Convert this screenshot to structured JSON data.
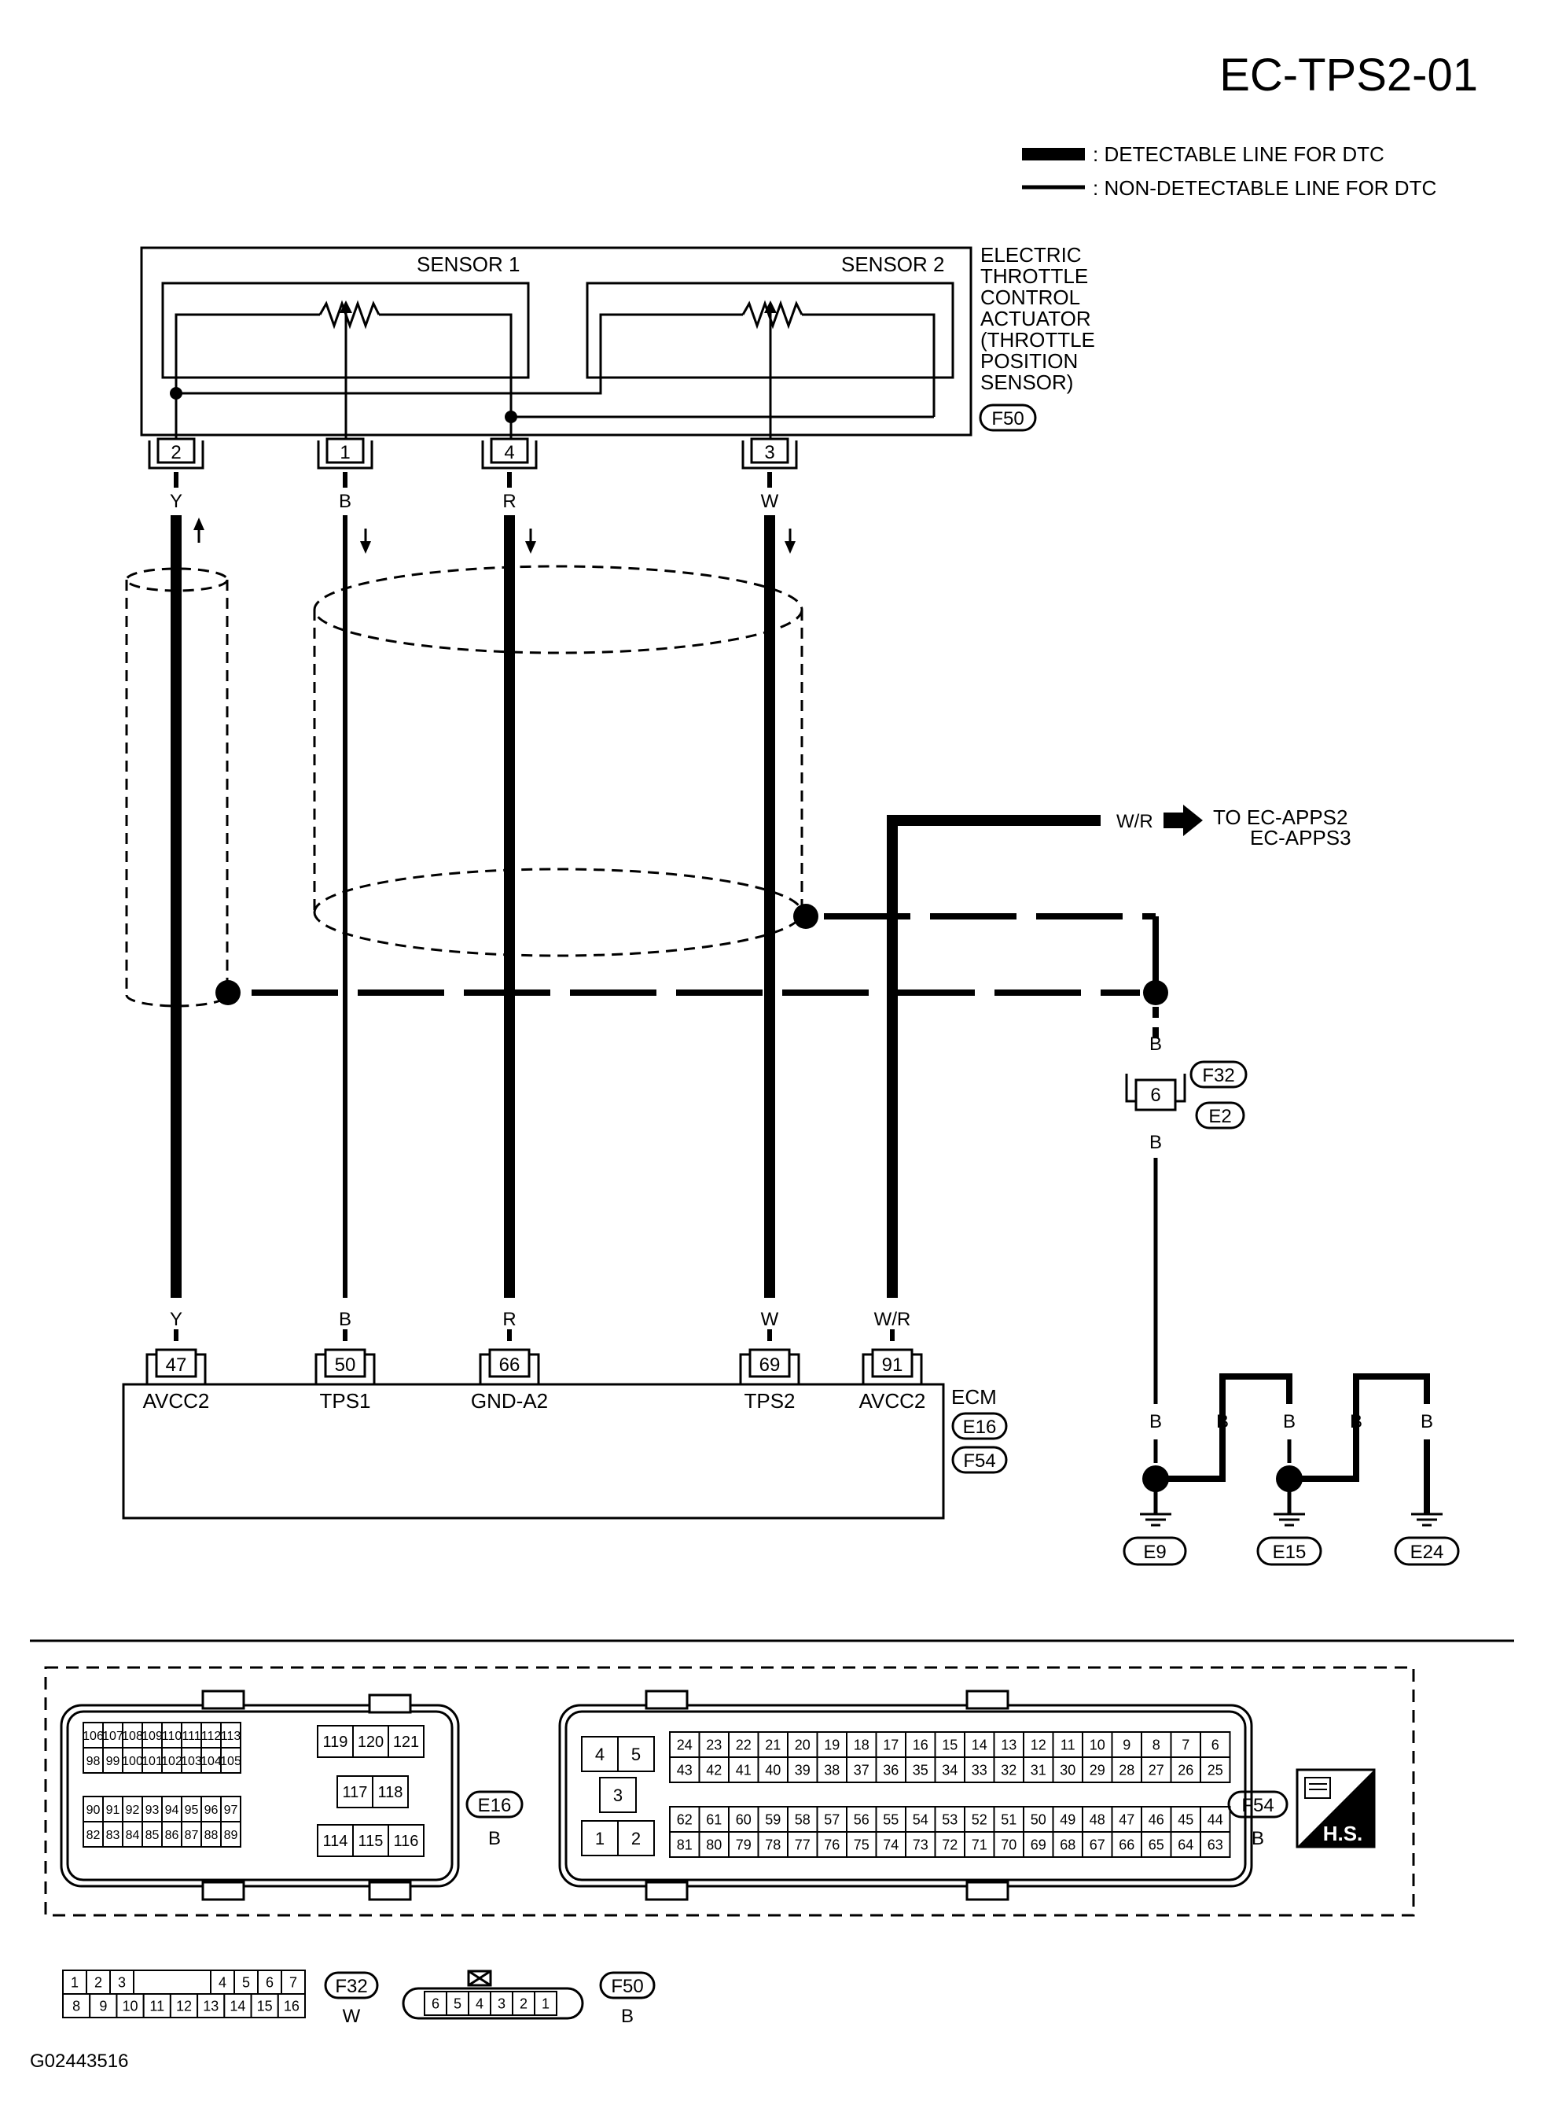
{
  "diagram_code": "EC-TPS2-01",
  "legend": {
    "detectable": ": DETECTABLE LINE FOR DTC",
    "non_detectable": ": NON-DETECTABLE LINE FOR DTC"
  },
  "actuator": {
    "sensor1": "SENSOR 1",
    "sensor2": "SENSOR 2",
    "label_lines": [
      "ELECTRIC",
      "THROTTLE",
      "CONTROL",
      "ACTUATOR",
      "(THROTTLE",
      "POSITION",
      "SENSOR)"
    ],
    "connector": "F50",
    "pins": [
      "2",
      "1",
      "4",
      "3"
    ],
    "wire_colors": [
      "Y",
      "B",
      "R",
      "W"
    ]
  },
  "to_label": {
    "wire": "W/R",
    "lines": [
      "TO EC-APPS2",
      "EC-APPS3"
    ]
  },
  "joint": {
    "color_top": "B",
    "pin": "6",
    "color_bottom": "B",
    "conn1": "F32",
    "conn2": "E2"
  },
  "ecm": {
    "label": "ECM",
    "conn1": "E16",
    "conn2": "F54",
    "terminals": [
      {
        "color": "Y",
        "num": "47",
        "name": "AVCC2"
      },
      {
        "color": "B",
        "num": "50",
        "name": "TPS1"
      },
      {
        "color": "R",
        "num": "66",
        "name": "GND-A2"
      },
      {
        "color": "W",
        "num": "69",
        "name": "TPS2"
      },
      {
        "color": "W/R",
        "num": "91",
        "name": "AVCC2"
      }
    ]
  },
  "grounds": {
    "wire_colors": [
      "B",
      "B",
      "B",
      "B",
      "B"
    ],
    "labels": [
      "E9",
      "E15",
      "E24"
    ]
  },
  "connectors": {
    "e16": {
      "id": "E16",
      "color": "B",
      "top_left": [
        [
          "106",
          "107",
          "108",
          "109",
          "110",
          "111",
          "112",
          "113"
        ],
        [
          "98",
          "99",
          "100",
          "101",
          "102",
          "103",
          "104",
          "105"
        ]
      ],
      "bottom_left": [
        [
          "90",
          "91",
          "92",
          "93",
          "94",
          "95",
          "96",
          "97"
        ],
        [
          "82",
          "83",
          "84",
          "85",
          "86",
          "87",
          "88",
          "89"
        ]
      ],
      "right": [
        "119",
        "120",
        "121",
        "117",
        "118",
        "114",
        "115",
        "116"
      ]
    },
    "f54": {
      "id": "F54",
      "color": "B",
      "small": [
        "4",
        "5",
        "3",
        "1",
        "2"
      ],
      "rows": [
        [
          "24",
          "23",
          "22",
          "21",
          "20",
          "19",
          "18",
          "17",
          "16",
          "15",
          "14",
          "13",
          "12",
          "11",
          "10",
          "9",
          "8",
          "7",
          "6"
        ],
        [
          "43",
          "42",
          "41",
          "40",
          "39",
          "38",
          "37",
          "36",
          "35",
          "34",
          "33",
          "32",
          "31",
          "30",
          "29",
          "28",
          "27",
          "26",
          "25"
        ],
        [
          "62",
          "61",
          "60",
          "59",
          "58",
          "57",
          "56",
          "55",
          "54",
          "53",
          "52",
          "51",
          "50",
          "49",
          "48",
          "47",
          "46",
          "45",
          "44"
        ],
        [
          "81",
          "80",
          "79",
          "78",
          "77",
          "76",
          "75",
          "74",
          "73",
          "72",
          "71",
          "70",
          "69",
          "68",
          "67",
          "66",
          "65",
          "64",
          "63"
        ]
      ]
    },
    "hs": "H.S.",
    "f32": {
      "id": "F32",
      "color": "W",
      "row1": [
        "1",
        "2",
        "3",
        "4",
        "5",
        "6",
        "7"
      ],
      "row2": [
        "8",
        "9",
        "10",
        "11",
        "12",
        "13",
        "14",
        "15",
        "16"
      ]
    },
    "f50": {
      "id": "F50",
      "color": "B",
      "pins": [
        "6",
        "5",
        "4",
        "3",
        "2",
        "1"
      ]
    }
  },
  "figure_id": "G02443516"
}
